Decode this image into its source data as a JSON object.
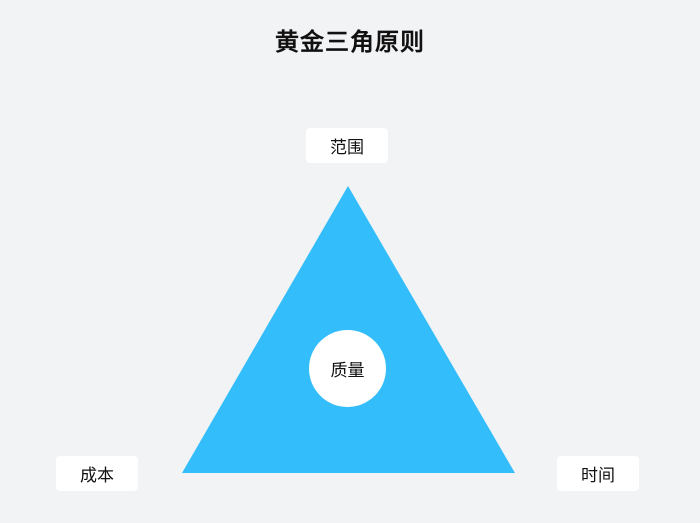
{
  "diagram": {
    "title": "黄金三角原则",
    "vertices": {
      "top": "范围",
      "left": "成本",
      "right": "时间"
    },
    "center": "质量",
    "colors": {
      "background": "#f2f3f5",
      "triangle": "#33bdfb",
      "label_box": "#ffffff",
      "text": "#111111"
    }
  }
}
